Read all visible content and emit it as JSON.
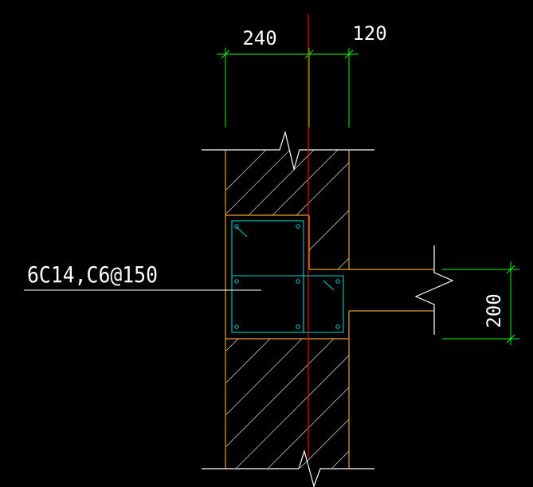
{
  "drawing": {
    "dimensions": {
      "wall_width": "240",
      "offset_width": "120",
      "beam_height": "200"
    },
    "rebar_callout": "6C14,C6@150",
    "colors": {
      "background": "#000000",
      "masonry_outline": "#e8a030",
      "dimension_line": "#00ff00",
      "axis_line": "#ff0000",
      "rebar_stirrup": "#00d0d0",
      "white_line": "#ffffff",
      "hatch": "#ffffff"
    }
  }
}
